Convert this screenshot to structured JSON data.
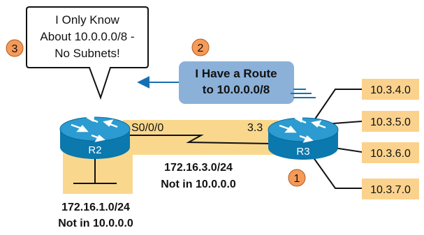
{
  "callout": {
    "lines": [
      "I Only Know",
      "About 10.0.0.0/8 -",
      "No Subnets!"
    ]
  },
  "steps": {
    "step1": "1",
    "step2": "2",
    "step3": "3"
  },
  "route_ad": {
    "line1": "I Have a Route",
    "line2": "to 10.0.0.0/8"
  },
  "routers": {
    "r2": "R2",
    "r3": "R3"
  },
  "interfaces": {
    "r2_serial": "S0/0/0",
    "r3_addr": "3.3"
  },
  "serial_link": {
    "subnet": "172.16.3.0/24",
    "note": "Not in 10.0.0.0"
  },
  "r2_lan": {
    "subnet": "172.16.1.0/24",
    "note": "Not in 10.0.0.0"
  },
  "r3_subnets": [
    "10.3.4.0",
    "10.3.5.0",
    "10.3.6.0",
    "10.3.7.0"
  ],
  "colors": {
    "highlight": "#f9d88e",
    "subnet_box": "#fbd28d",
    "step_circle": "#f59a58",
    "router_body": "#0b78ae",
    "router_top": "#2b9bd1",
    "route_box": "#8bb1d9",
    "arrow": "#1370b5"
  }
}
